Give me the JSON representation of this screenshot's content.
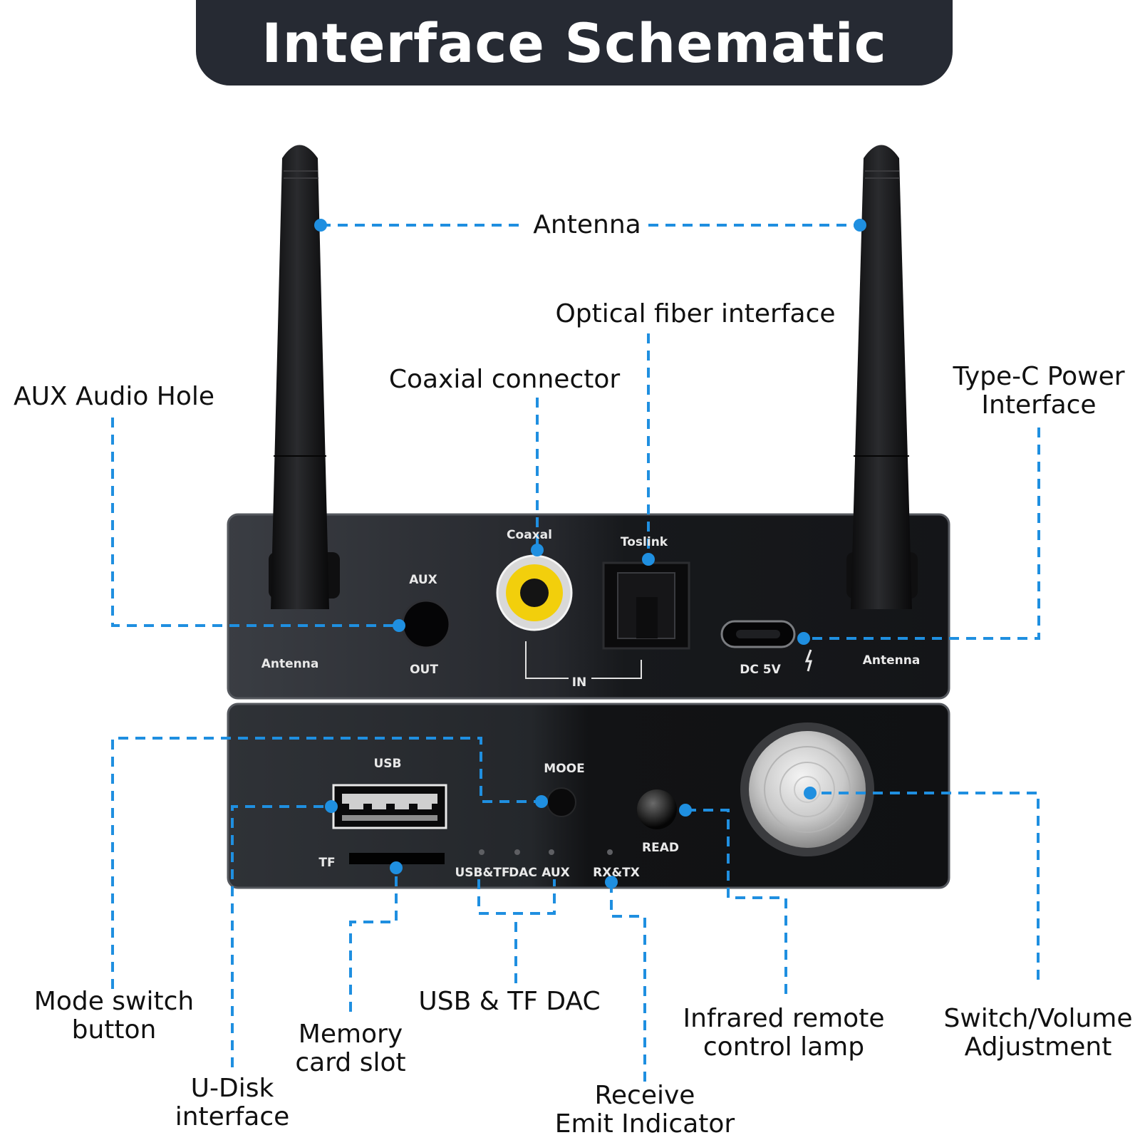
{
  "title": "Interface Schematic",
  "colors": {
    "title_background": "#262a33",
    "callout_line": "#1f8fe0",
    "device_body": "#1c1e22",
    "coaxial_center": "#f2cf0c"
  },
  "callouts": {
    "antenna": "Antenna",
    "optical": "Optical fiber interface",
    "coaxial": "Coaxial connector",
    "aux": "AUX Audio Hole",
    "typec_line1": "Type-C Power",
    "typec_line2": "Interface",
    "mode_line1": "Mode switch",
    "mode_line2": "button",
    "udisk_line1": "U-Disk",
    "udisk_line2": "interface",
    "memory_line1": "Memory",
    "memory_line2": "card slot",
    "usbtf": "USB & TF DAC",
    "infrared_line1": "Infrared remote",
    "infrared_line2": "control lamp",
    "receive_line1": "Receive",
    "receive_line2": "Emit Indicator",
    "switch_line1": "Switch/Volume",
    "switch_line2": "Adjustment"
  },
  "panel_labels": {
    "coaxial": "Coaxal",
    "toslink": "Toslink",
    "aux": "AUX",
    "out": "OUT",
    "antenna_left": "Antenna",
    "antenna_right": "Antenna",
    "in": "IN",
    "dc": "DC 5V",
    "usb": "USB",
    "mode": "MOOE",
    "read": "READ",
    "tf": "TF",
    "usbtf": "USB&TF",
    "dac": "DAC",
    "aux_led": "AUX",
    "rxtx": "RX&TX"
  }
}
